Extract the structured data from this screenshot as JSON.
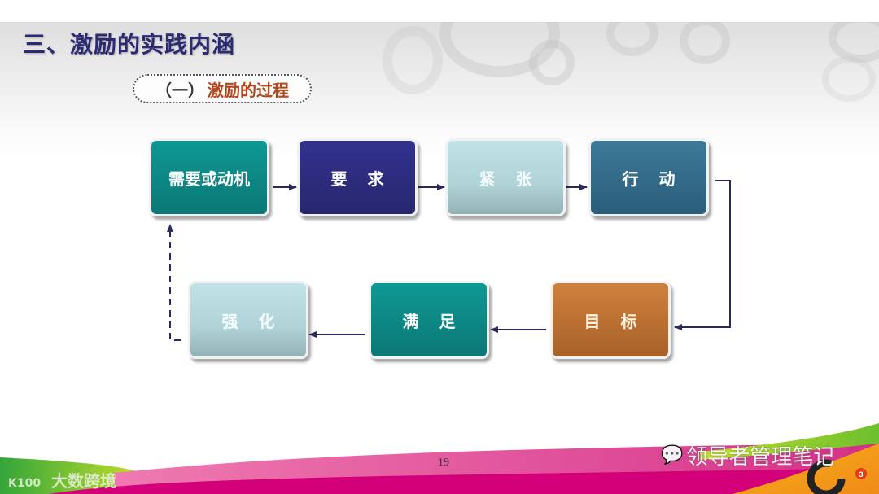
{
  "slide": {
    "title": "三、激励的实践内涵",
    "subtitle_number": "（一）",
    "subtitle_text": "激励的过程",
    "page_number": "19"
  },
  "diagram": {
    "nodes": [
      {
        "id": "need",
        "label": "需要或动机",
        "color": "#0e9895"
      },
      {
        "id": "demand",
        "label": "要 求",
        "color": "#32318f"
      },
      {
        "id": "tension",
        "label": "紧 张",
        "color": "#bfe2e6"
      },
      {
        "id": "action",
        "label": "行 动",
        "color": "#3d7a99"
      },
      {
        "id": "goal",
        "label": "目 标",
        "color": "#cf813e"
      },
      {
        "id": "satisfaction",
        "label": "满 足",
        "color": "#0e9895"
      },
      {
        "id": "reinforcement",
        "label": "强 化",
        "color": "#bfe2e6"
      }
    ],
    "edges": [
      {
        "from": "need",
        "to": "demand",
        "style": "solid"
      },
      {
        "from": "demand",
        "to": "tension",
        "style": "solid"
      },
      {
        "from": "tension",
        "to": "action",
        "style": "solid"
      },
      {
        "from": "action",
        "to": "goal",
        "style": "solid"
      },
      {
        "from": "goal",
        "to": "satisfaction",
        "style": "solid"
      },
      {
        "from": "satisfaction",
        "to": "reinforcement",
        "style": "solid"
      },
      {
        "from": "reinforcement",
        "to": "need",
        "style": "dashed"
      }
    ],
    "arrow_color": "#2b2a5e"
  },
  "watermarks": {
    "left": "大数跨境",
    "left_logo": "K100",
    "right": "领导者管理笔记",
    "right_icon": "wechat-icon"
  },
  "colors": {
    "title": "#2b2a72",
    "subtitle_accent": "#b5461b",
    "footer_magenta": "#d4007a",
    "footer_green": "#5bb52b",
    "footer_orange": "#f39a1a"
  }
}
